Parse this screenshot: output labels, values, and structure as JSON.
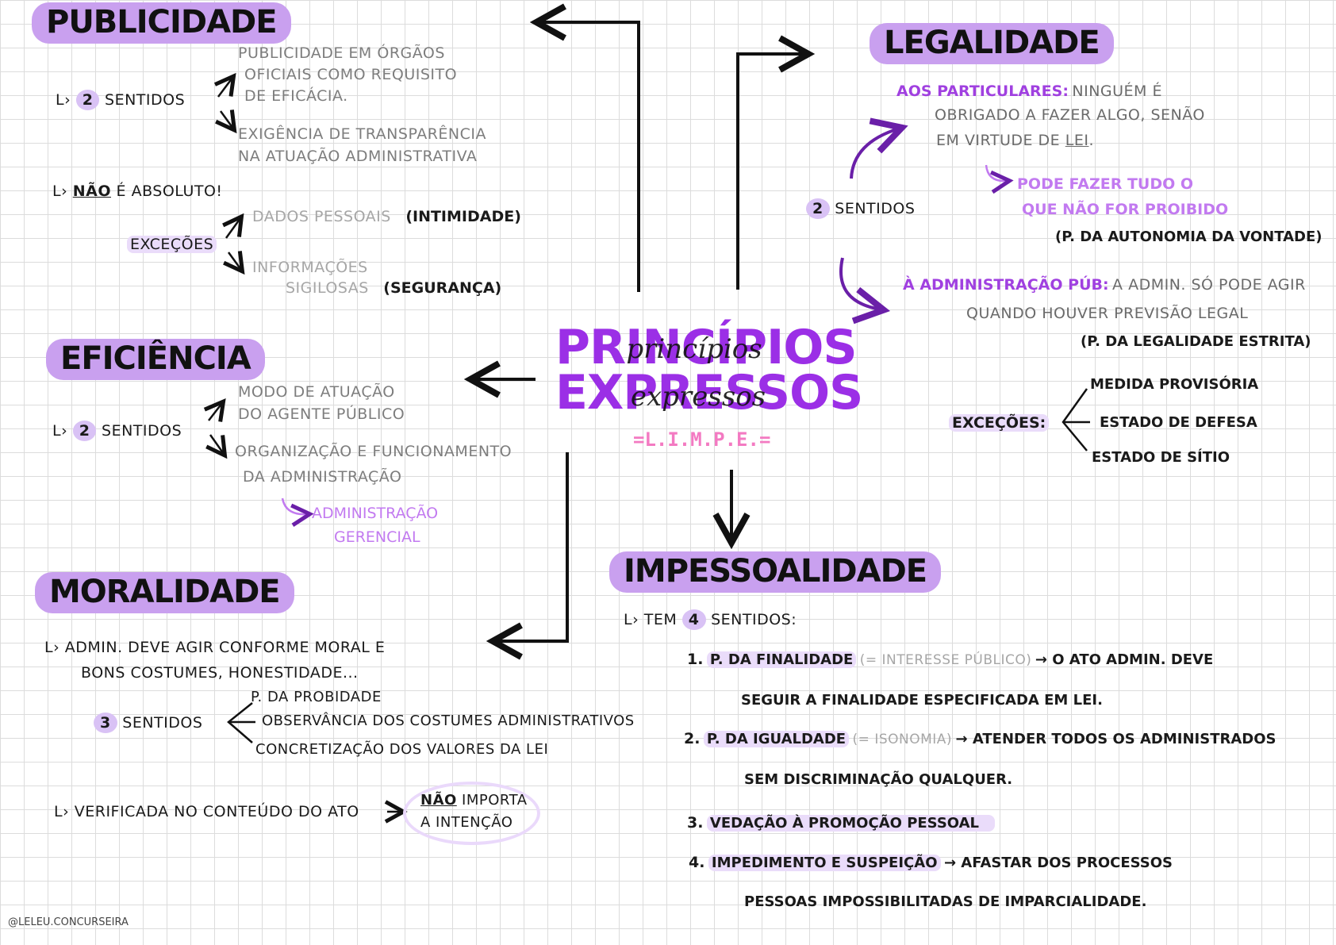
{
  "center": {
    "title_line1": "PRINCÍPIOS",
    "title_line2": "EXPRESSOS",
    "handwritten_line1": "princípios",
    "handwritten_line2": "expressos",
    "acronym": "=L.I.M.P.E.="
  },
  "publicidade": {
    "title": "PUBLICIDADE",
    "sentidos_prefix": "L›",
    "sentidos_count": "2",
    "sentidos_label": "SENTIDOS",
    "sentido1_line1": "PUBLICIDADE EM ÓRGÃOS",
    "sentido1_line2": "OFICIAIS COMO REQUISITO",
    "sentido1_line3": "DE EFICÁCIA.",
    "sentido2_line1": "EXIGÊNCIA DE TRANSPARÊNCIA",
    "sentido2_line2": "NA ATUAÇÃO ADMINISTRATIVA",
    "nao_prefix": "L›",
    "nao_word": "NÃO",
    "nao_rest": "É ABSOLUTO!",
    "excecoes_label": "EXCEÇÕES",
    "exc1": "DADOS PESSOAIS",
    "exc1_paren": "(INTIMIDADE)",
    "exc2_line1": "INFORMAÇÕES",
    "exc2_line2": "SIGILOSAS",
    "exc2_paren": "(SEGURANÇA)"
  },
  "eficiencia": {
    "title": "EFICIÊNCIA",
    "sentidos_prefix": "L›",
    "sentidos_count": "2",
    "sentidos_label": "SENTIDOS",
    "sentido1_line1": "MODO DE ATUAÇÃO",
    "sentido1_line2": "DO AGENTE PÚBLICO",
    "sentido2_line1": "ORGANIZAÇÃO E FUNCIONAMENTO",
    "sentido2_line2": "DA ADMINISTRAÇÃO",
    "sub_line1": "ADMINISTRAÇÃO",
    "sub_line2": "GERENCIAL"
  },
  "moralidade": {
    "title": "MORALIDADE",
    "desc_prefix": "L›",
    "desc_line1": "ADMIN. DEVE AGIR CONFORME MORAL E",
    "desc_line2": "BONS COSTUMES, HONESTIDADE...",
    "sentidos_count": "3",
    "sentidos_label": "SENTIDOS",
    "sentido1": "P. DA PROBIDADE",
    "sentido2": "OBSERVÂNCIA DOS COSTUMES ADMINISTRATIVOS",
    "sentido3": "CONCRETIZAÇÃO DOS VALORES DA LEI",
    "verif_prefix": "L›",
    "verif_text": "VERIFICADA NO CONTEÚDO DO ATO",
    "nao_importa_word": "NÃO",
    "nao_importa_rest": "IMPORTA",
    "nao_importa_line2": "A INTENÇÃO"
  },
  "legalidade": {
    "title": "LEGALIDADE",
    "sentidos_count": "2",
    "sentidos_label": "SENTIDOS",
    "part_label": "AOS PARTICULARES:",
    "part_line1": "NINGUÉM É",
    "part_line2": "OBRIGADO A FAZER ALGO, SENÃO",
    "part_line3_pre": "EM VIRTUDE DE",
    "part_line3_lei": "LEI",
    "pode_line1": "PODE FAZER TUDO O",
    "pode_line2": "QUE NÃO FOR PROIBIDO",
    "autonomia": "(P. DA AUTONOMIA DA VONTADE)",
    "adm_label": "À ADMINISTRAÇÃO PÚB:",
    "adm_line1": "A ADMIN. SÓ PODE AGIR",
    "adm_line2": "QUANDO HOUVER PREVISÃO LEGAL",
    "estrita": "(P. DA LEGALIDADE ESTRITA)",
    "excecoes_label": "EXCEÇÕES:",
    "exc1": "MEDIDA PROVISÓRIA",
    "exc2": "ESTADO DE DEFESA",
    "exc3": "ESTADO DE SÍTIO"
  },
  "impessoalidade": {
    "title": "IMPESSOALIDADE",
    "tem_prefix": "L›",
    "tem_label": "TEM",
    "tem_count": "4",
    "tem_rest": "SENTIDOS:",
    "item1_num": "1.",
    "item1_label": "P. DA FINALIDADE",
    "item1_paren": "(= INTERESSE PÚBLICO)",
    "item1_text": "→ O ATO ADMIN. DEVE",
    "item1_line2": "SEGUIR A FINALIDADE ESPECIFICADA EM LEI.",
    "item2_num": "2.",
    "item2_label": "P. DA IGUALDADE",
    "item2_paren": "(= ISONOMIA)",
    "item2_text": "→ ATENDER TODOS OS ADMINISTRADOS",
    "item2_line2": "SEM DISCRIMINAÇÃO QUALQUER.",
    "item3_num": "3.",
    "item3_label": "VEDAÇÃO À PROMOÇÃO PESSOAL",
    "item4_num": "4.",
    "item4_label": "IMPEDIMENTO E SUSPEIÇÃO",
    "item4_text": "→ AFASTAR DOS PROCESSOS",
    "item4_line2": "PESSOAS IMPOSSIBILITADAS DE IMPARCIALIDADE."
  },
  "watermark": "@LELEU.CONCURSEIRA",
  "colors": {
    "accent_purple": "#9b2fe6",
    "highlight": "#c9a0ef",
    "pink": "#f37ac2"
  }
}
